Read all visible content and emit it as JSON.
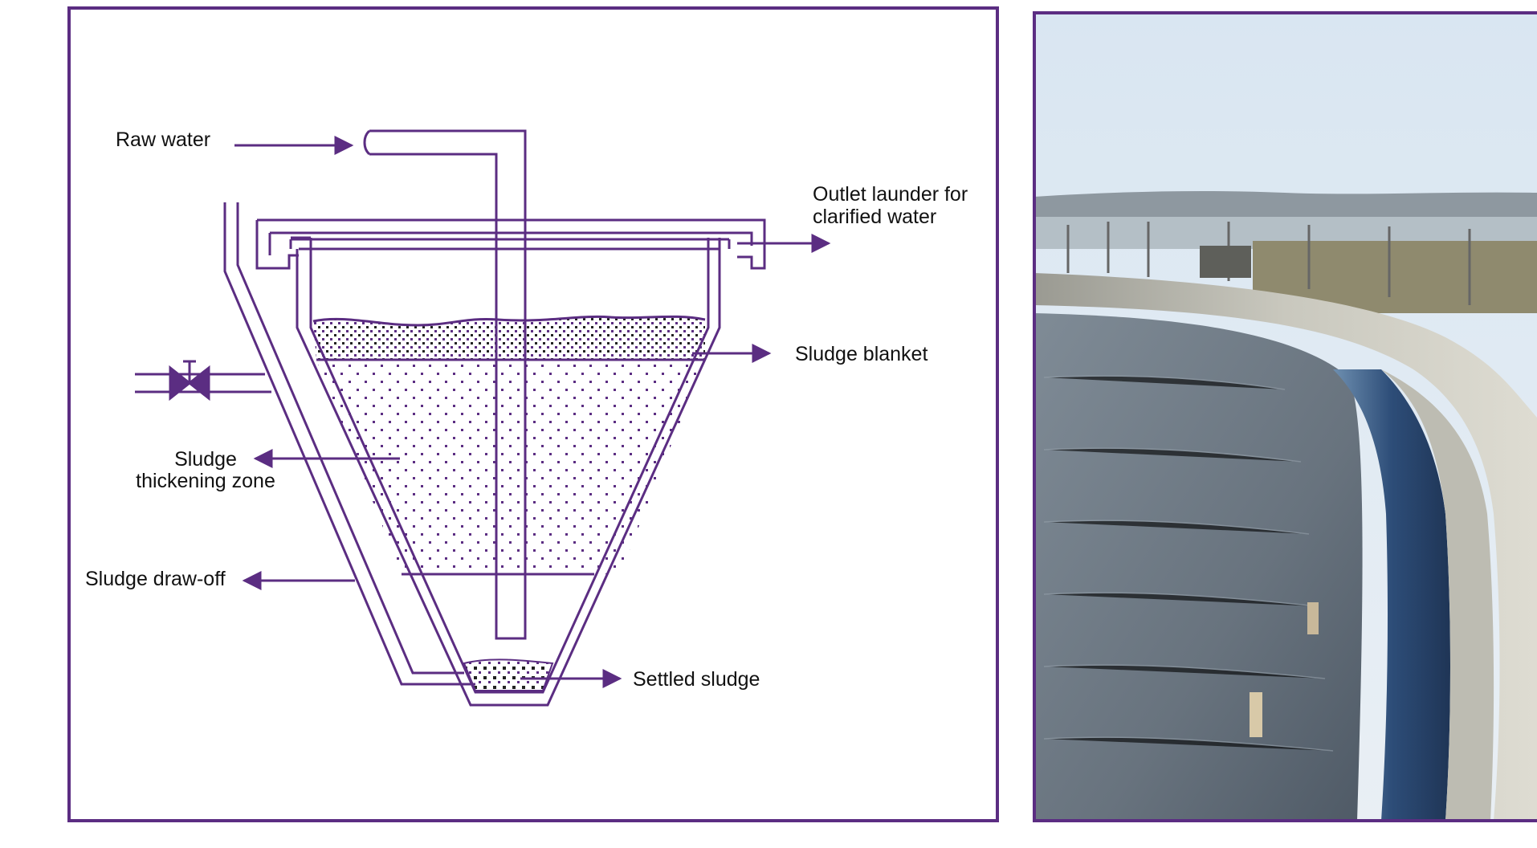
{
  "colors": {
    "frame": "#5b2d82",
    "line": "#5b2d82",
    "text": "#111111",
    "background": "#ffffff"
  },
  "diagram": {
    "labels": {
      "raw_water": "Raw water",
      "outlet_line1": "Outlet launder for",
      "outlet_line2": "clarified water",
      "sludge_blanket": "Sludge blanket",
      "thickening_line1": "Sludge",
      "thickening_line2": "thickening zone",
      "sludge_draw_off": "Sludge draw-off",
      "settled_sludge": "Settled sludge"
    }
  },
  "photo": {
    "subject": "clarifier-tank-photo"
  }
}
